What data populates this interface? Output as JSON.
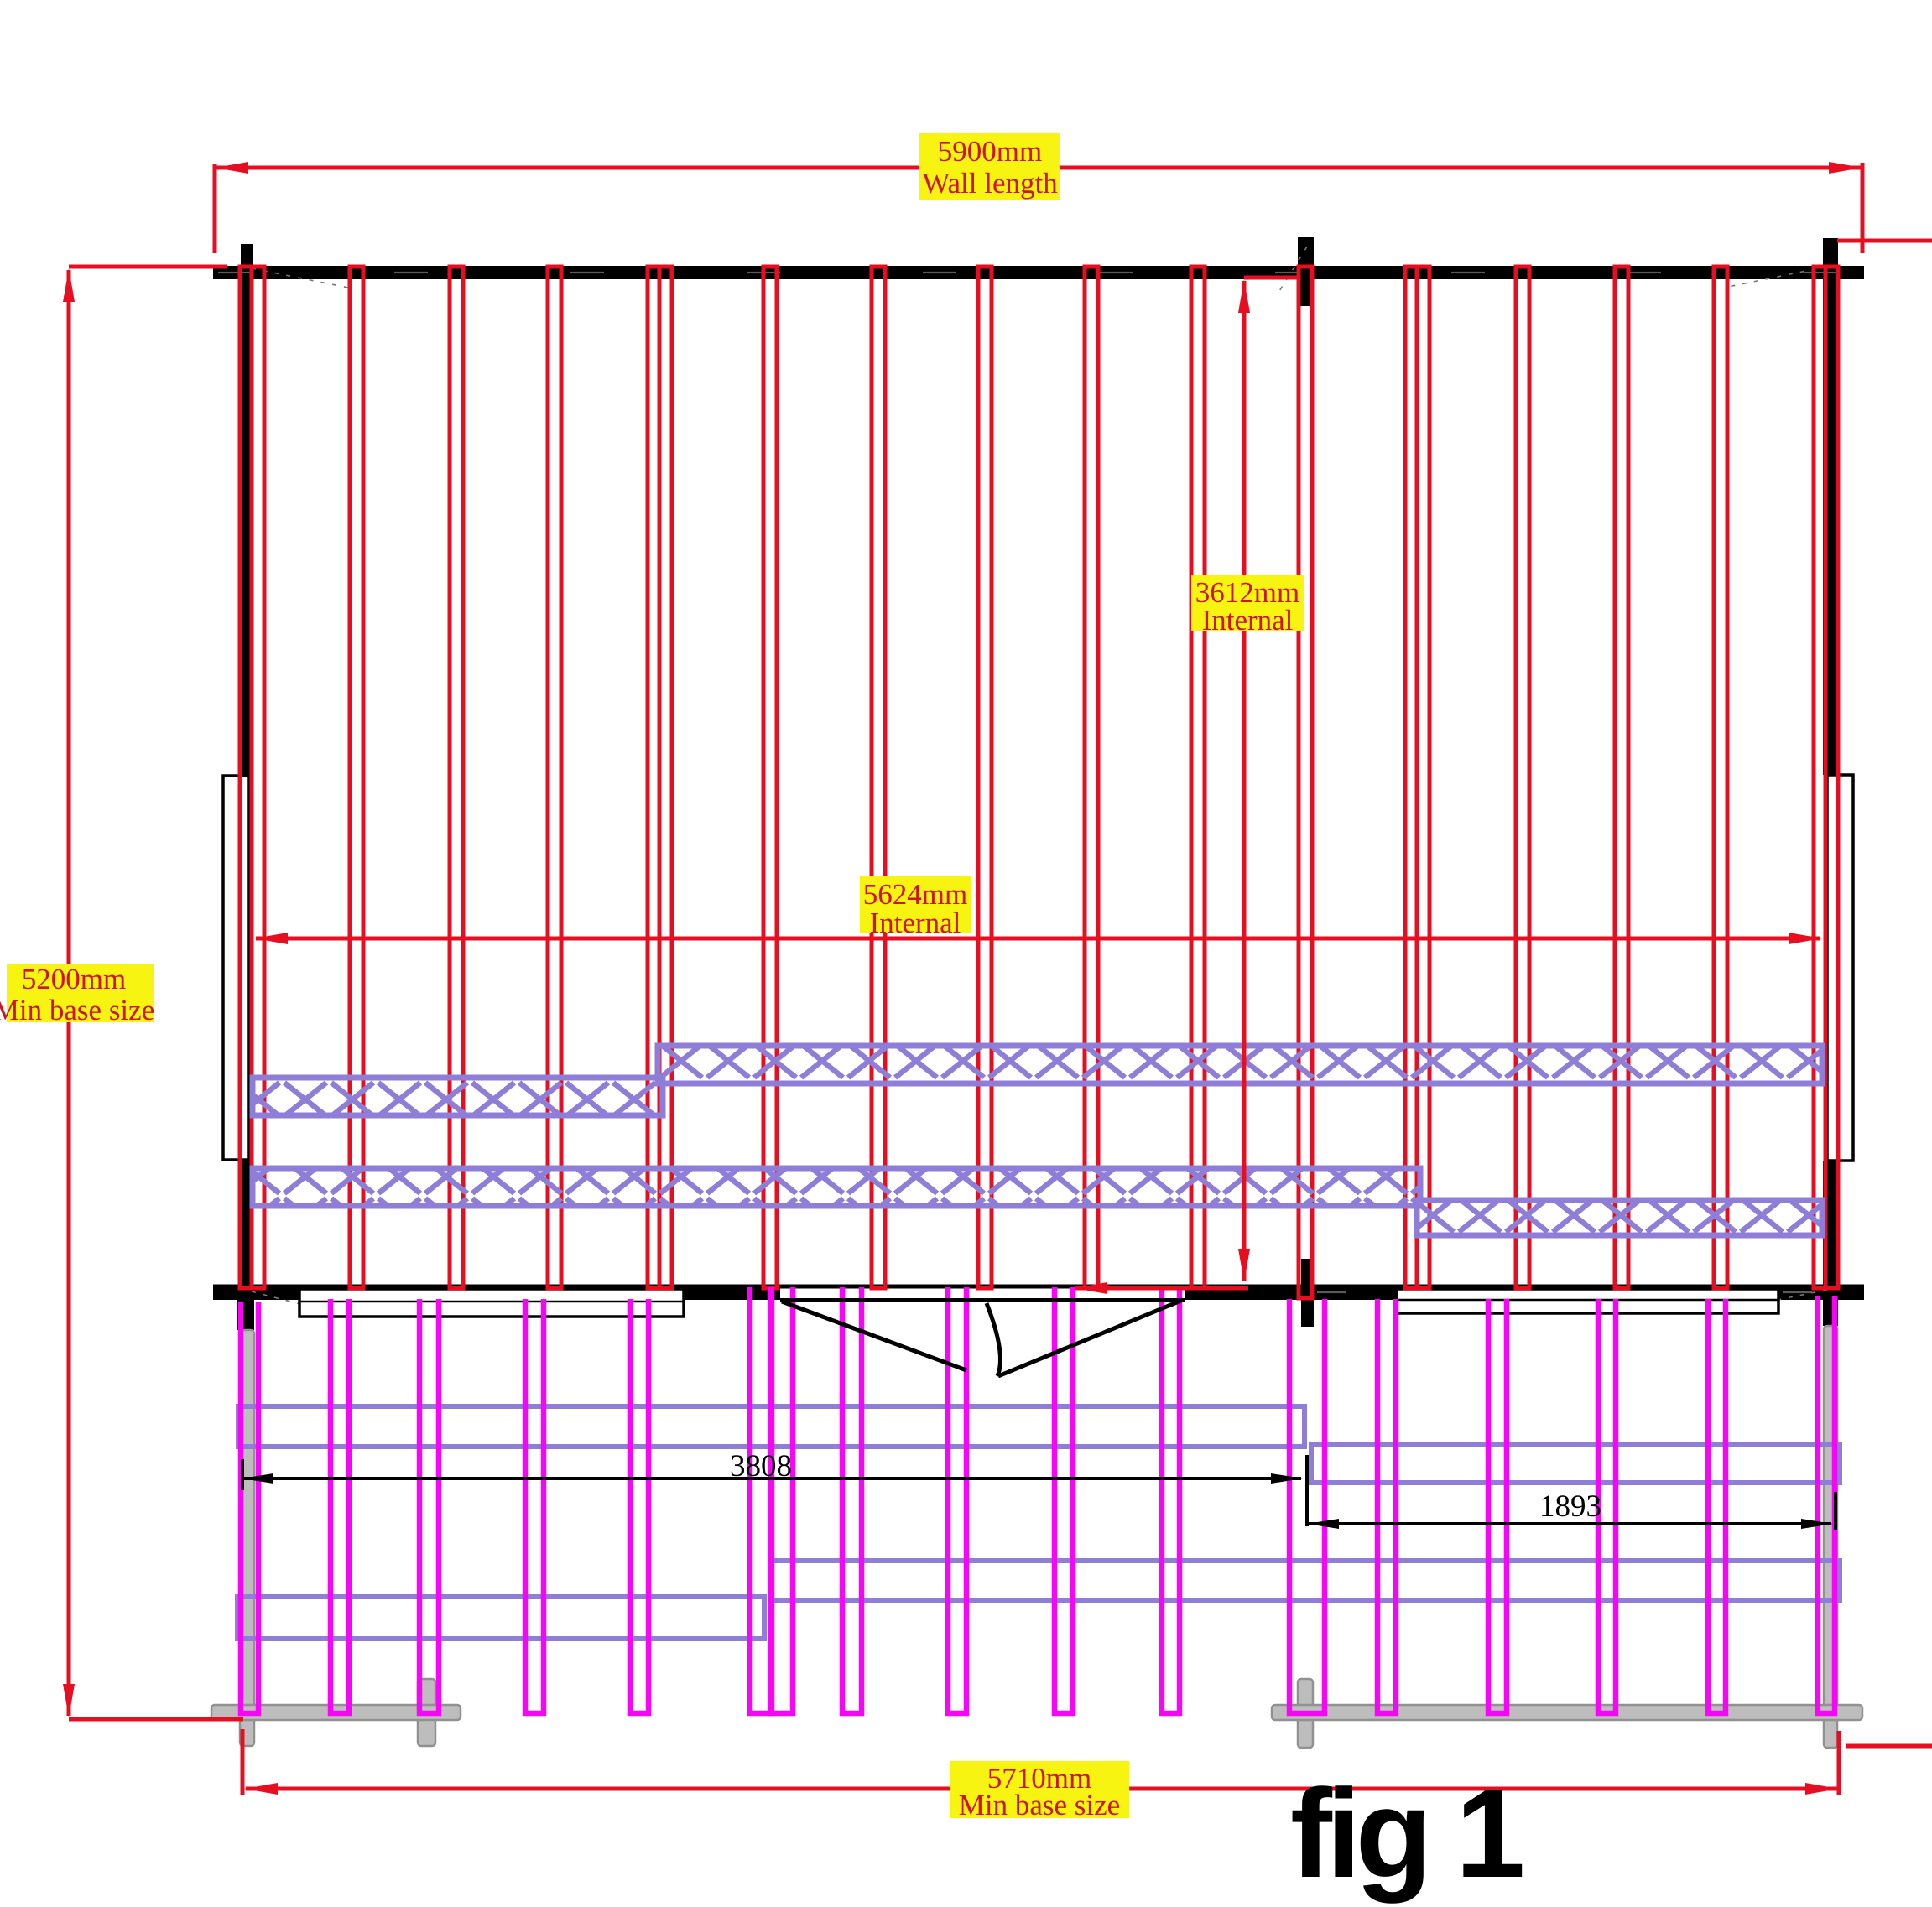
{
  "figure": {
    "caption": "fig 1",
    "type": "log-cabin-base-plan"
  },
  "colors": {
    "red": "#e80e21",
    "red_text": "#cf1421",
    "yellow": "#f6f410",
    "magenta": "#f506f5",
    "purple": "#8f7ed7",
    "gray_fill": "#bdbdbd",
    "gray_stroke": "#919191",
    "black": "#000000"
  },
  "dimensions": {
    "wall_length": {
      "value": "5900mm",
      "caption": "Wall length"
    },
    "min_base_left": {
      "value": "5200mm",
      "caption": "Min base size"
    },
    "internal_width": {
      "value": "5624mm",
      "caption": "Internal"
    },
    "internal_depth": {
      "value": "3612mm",
      "caption": "Internal"
    },
    "min_base_bottom": {
      "value": "5710mm",
      "caption": "Min base size"
    },
    "joist_span_left": "3808",
    "joist_span_right": "1893"
  }
}
